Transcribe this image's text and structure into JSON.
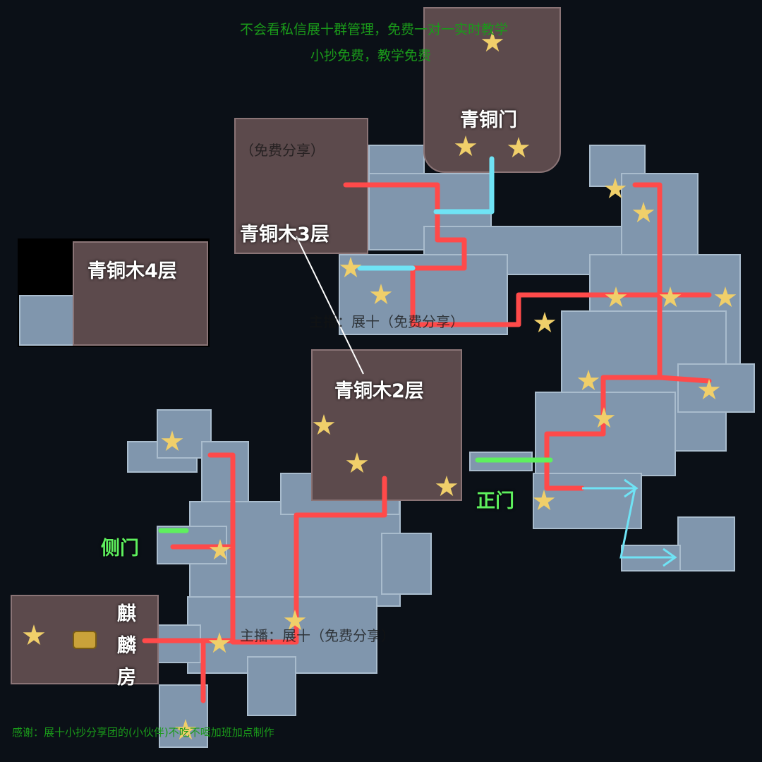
{
  "header": {
    "line1": "不会看私信展十群管理，免费一对一实时教学",
    "line2": "小抄免费，教学免费"
  },
  "footer": {
    "credit": "感谢：展十小抄分享团的(小伙伴)不吃不喝加班加点制作"
  },
  "watermarks": {
    "mid": "主播：展十（免费分享）",
    "bottom": "主播：展十（免费分享）",
    "room": "（免费分享）"
  },
  "labels": {
    "bronze_gate": "青铜门",
    "tree3": "青铜木3层",
    "tree4": "青铜木4层",
    "tree2": "青铜木2层",
    "main_gate": "正门",
    "side_gate": "侧门",
    "qilin": [
      "麒",
      "麟",
      "房"
    ]
  },
  "colors": {
    "route": "#ff4a4a",
    "alt_route": "#6fe3f5",
    "entrance": "#5ef05e"
  }
}
